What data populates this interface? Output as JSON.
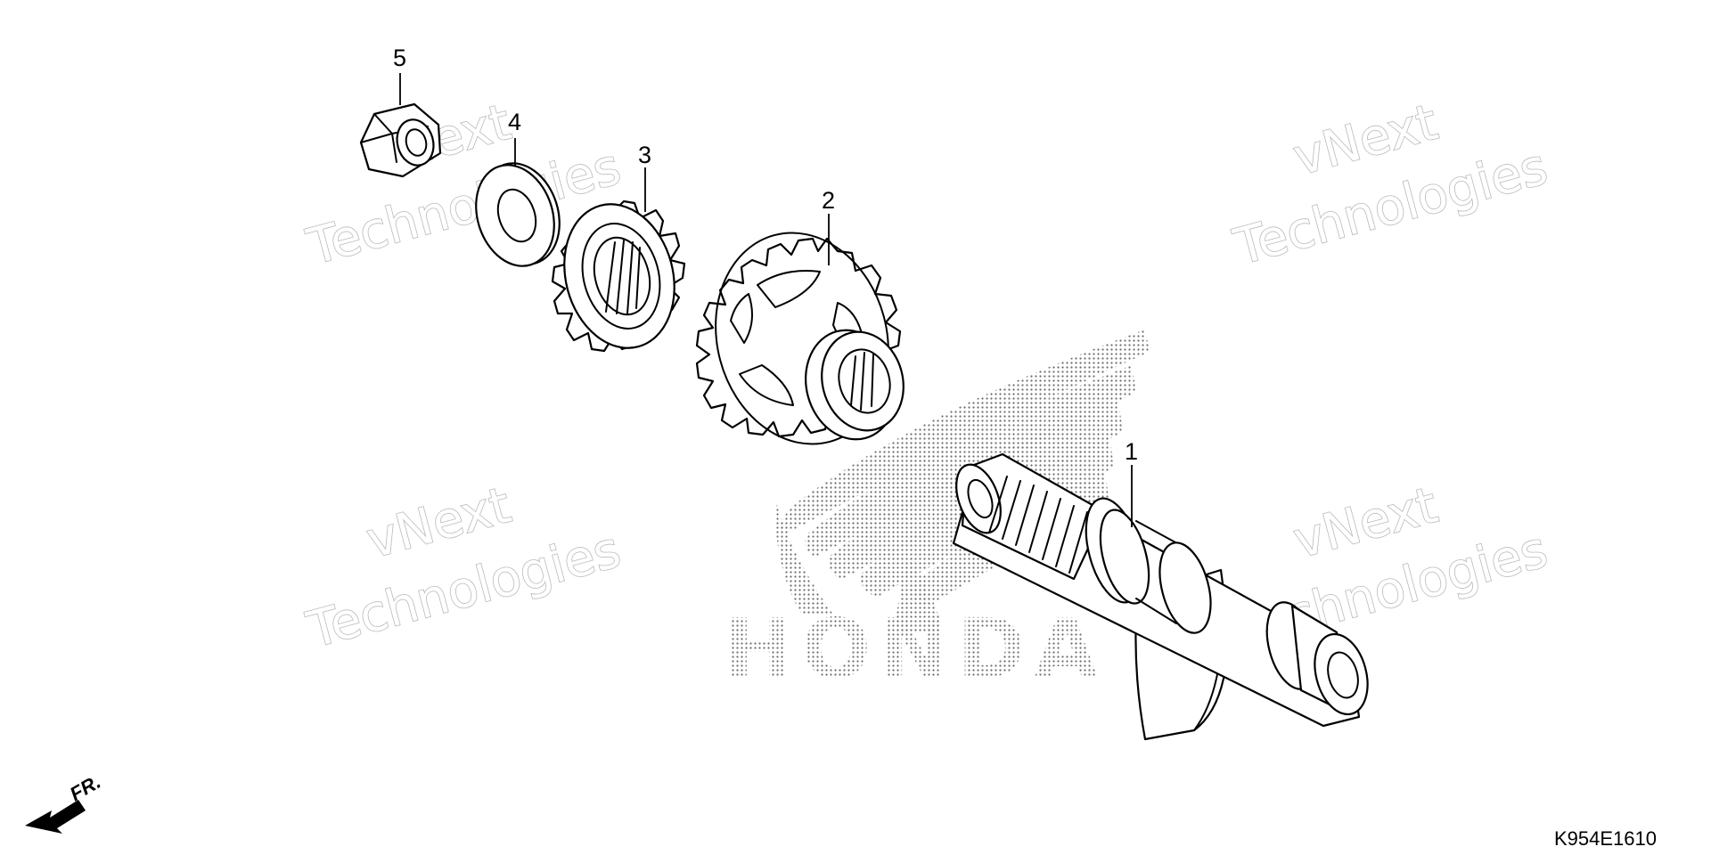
{
  "diagram": {
    "parts": [
      {
        "id": "1",
        "label": "1"
      },
      {
        "id": "2",
        "label": "2"
      },
      {
        "id": "3",
        "label": "3"
      },
      {
        "id": "4",
        "label": "4"
      },
      {
        "id": "5",
        "label": "5"
      }
    ],
    "drawing_code": "K954E1610",
    "direction_label": "FR.",
    "logo_text": "HONDA",
    "watermark": {
      "line1": "vNext",
      "line2": "Technologies"
    }
  }
}
